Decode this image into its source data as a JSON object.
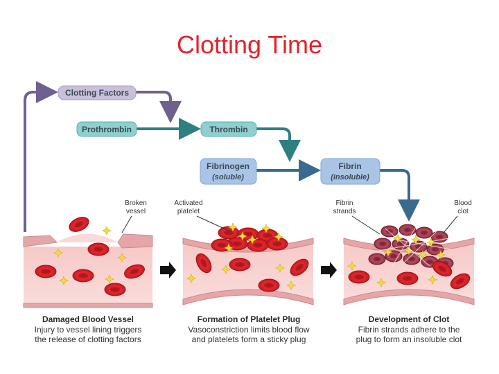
{
  "title": "Clotting Time",
  "cascade": {
    "clotting_factors": "Clotting Factors",
    "prothrombin": "Prothrombin",
    "thrombin": "Thrombin",
    "fibrinogen": "Fibrinogen",
    "fibrinogen_note": "(soluble)",
    "fibrin": "Fibrin",
    "fibrin_note": "(insoluble)"
  },
  "labels": {
    "broken_vessel_1": "Broken",
    "broken_vessel_2": "vessel",
    "activated_platelet_1": "Activated",
    "activated_platelet_2": "platelet",
    "fibrin_strands_1": "Fibrin",
    "fibrin_strands_2": "strands",
    "blood_clot_1": "Blood",
    "blood_clot_2": "clot"
  },
  "stages": [
    {
      "title": "Damaged Blood Vessel",
      "line1": "Injury to vessel lining triggers",
      "line2": "the release of clotting factors"
    },
    {
      "title": "Formation of Platelet Plug",
      "line1": "Vasoconstriction limits blood flow",
      "line2": "and platelets form a sticky plug"
    },
    {
      "title": "Development of Clot",
      "line1": "Fibrin strands adhere to the",
      "line2": "plug to form an insoluble clot"
    }
  ],
  "colors": {
    "title": "#e2232a",
    "factors_box": "#c9c1dc",
    "teal_box": "#8fcfcf",
    "blue_box": "#a9c4e6",
    "purple_arrow": "#6f6090",
    "teal_arrow": "#2f7f80",
    "blue_arrow": "#3a6a8f",
    "vessel_wall": "#e6a6a8",
    "vessel_lumen": "#f8d4d2",
    "rbc": "#d8262b",
    "platelet": "#f3dd3c",
    "clot_cell": "#a63a50"
  }
}
